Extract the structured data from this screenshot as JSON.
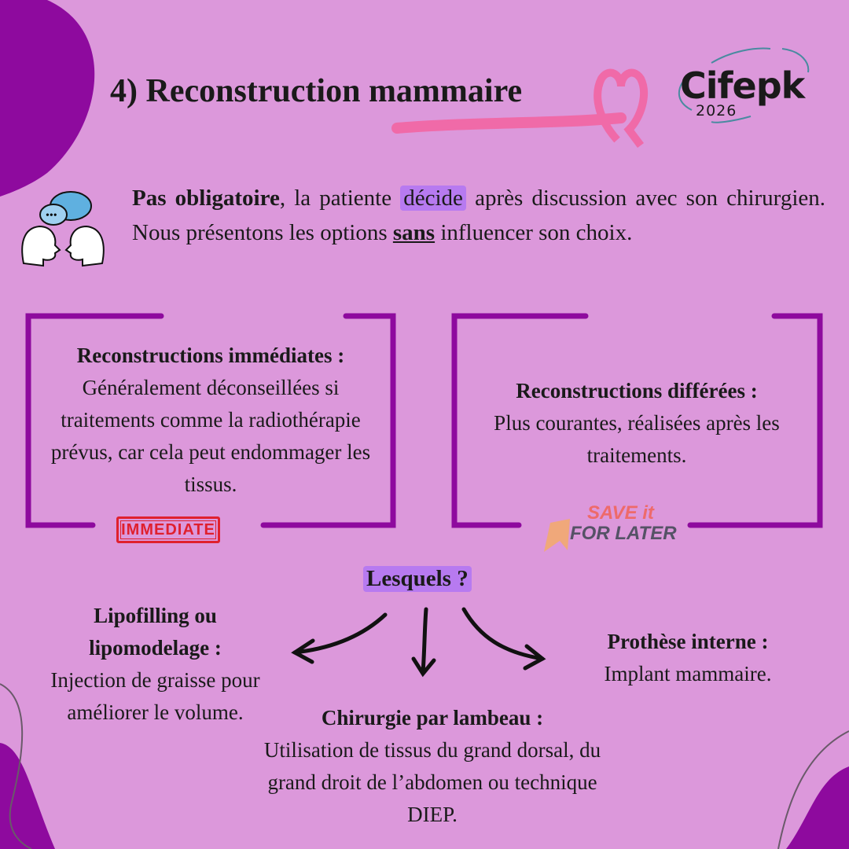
{
  "title": "4) Reconstruction mammaire",
  "logo": {
    "name": "Cifepk",
    "year": "2026"
  },
  "intro": {
    "bold": "Pas obligatoire",
    "part1": ", la patiente ",
    "highlight": "décide",
    "part2": " après discussion avec son chirurgien. Nous présentons les options ",
    "underlined": "sans",
    "part3": " influencer son choix."
  },
  "boxes": [
    {
      "heading": "Reconstructions immédiates :",
      "body": "Généralement déconseillées si traitements comme la radiothérapie prévus, car cela peut endommager les tissus.",
      "stamp": "IMMEDIATE"
    },
    {
      "heading": "Reconstructions différées :",
      "body": "Plus courantes, réalisées après les traitements.",
      "sticker": [
        "SAVE it",
        "FOR LATER"
      ]
    }
  ],
  "question": "Lesquels ?",
  "options": [
    {
      "heading": "Lipofilling ou lipomodelage :",
      "body": "Injection de graisse pour améliorer le volume."
    },
    {
      "heading": "Chirurgie par lambeau :",
      "body": "Utilisation de tissus du grand dorsal, du grand droit de l’abdomen ou technique DIEP."
    },
    {
      "heading": "Prothèse interne :",
      "body": "Implant mammaire."
    }
  ],
  "colors": {
    "background": "#dc98db",
    "accent": "#8e0a9e",
    "highlight": "#b77af0",
    "ribbon": "#f06aa8"
  }
}
